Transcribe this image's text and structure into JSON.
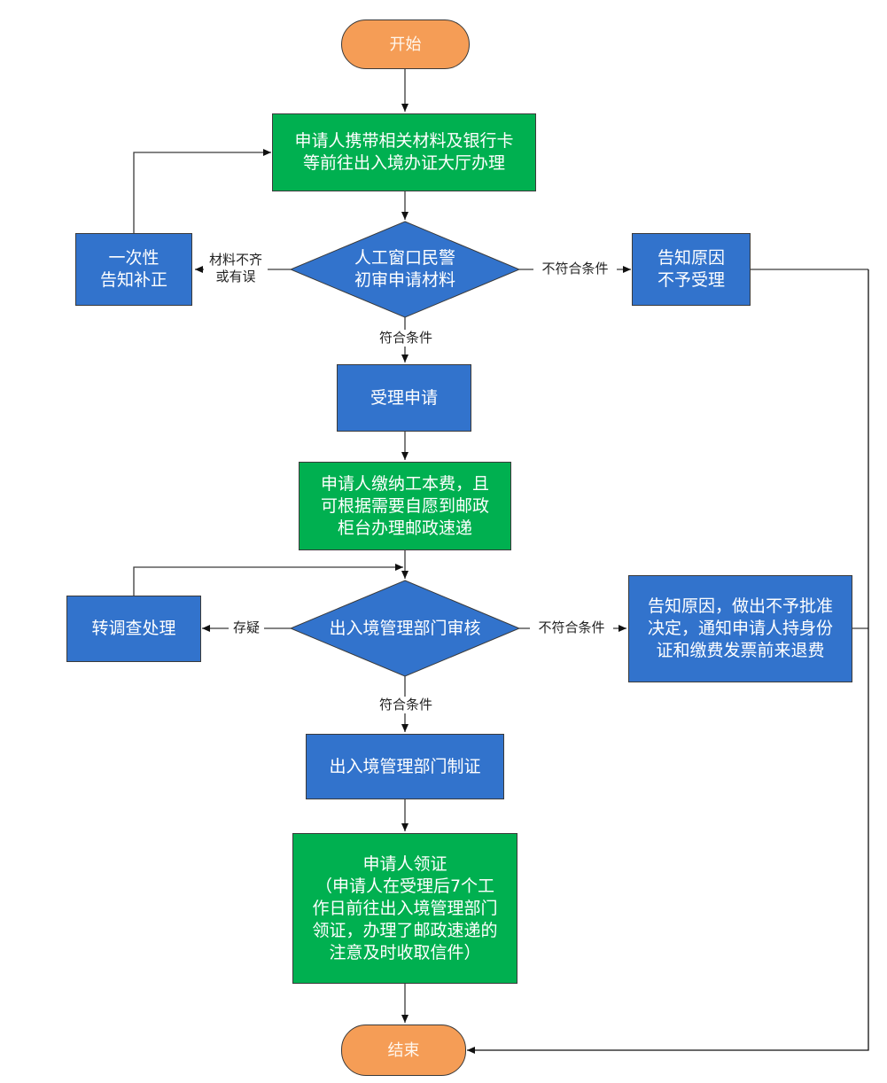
{
  "colors": {
    "process_green": "#00b050",
    "process_blue": "#3273cc",
    "terminal_orange": "#f59d56",
    "line": "#3a3a3a"
  },
  "nodes": {
    "start": "开始",
    "go_to_hall": "申请人携带相关材料及银行卡\n等前往出入境办证大厅办理",
    "initial_review": "人工窗口民警\n初审申请材料",
    "notify_correction": "一次性\n告知补正",
    "reject_not_accepted": "告知原因\n不予受理",
    "accept_application": "受理申请",
    "pay_fee": "申请人缴纳工本费，且\n可根据需要自愿到邮政\n柜台办理邮政速递",
    "dept_review": "出入境管理部门审核",
    "investigate": "转调查处理",
    "reject_refund": "告知原因，做出不予批准\n决定，通知申请人持身份\n证和缴费发票前来退费",
    "make_certificate": "出入境管理部门制证",
    "collect_certificate": "申请人领证\n（申请人在受理后7个工\n作日前往出入境管理部门\n领证，办理了邮政速递的\n注意及时收取信件）",
    "end": "结束"
  },
  "edge_labels": {
    "incomplete_materials": "材料不齐\n或有误",
    "not_qualified_1": "不符合条件",
    "qualified_1": "符合条件",
    "doubtful": "存疑",
    "not_qualified_2": "不符合条件",
    "qualified_2": "符合条件"
  }
}
